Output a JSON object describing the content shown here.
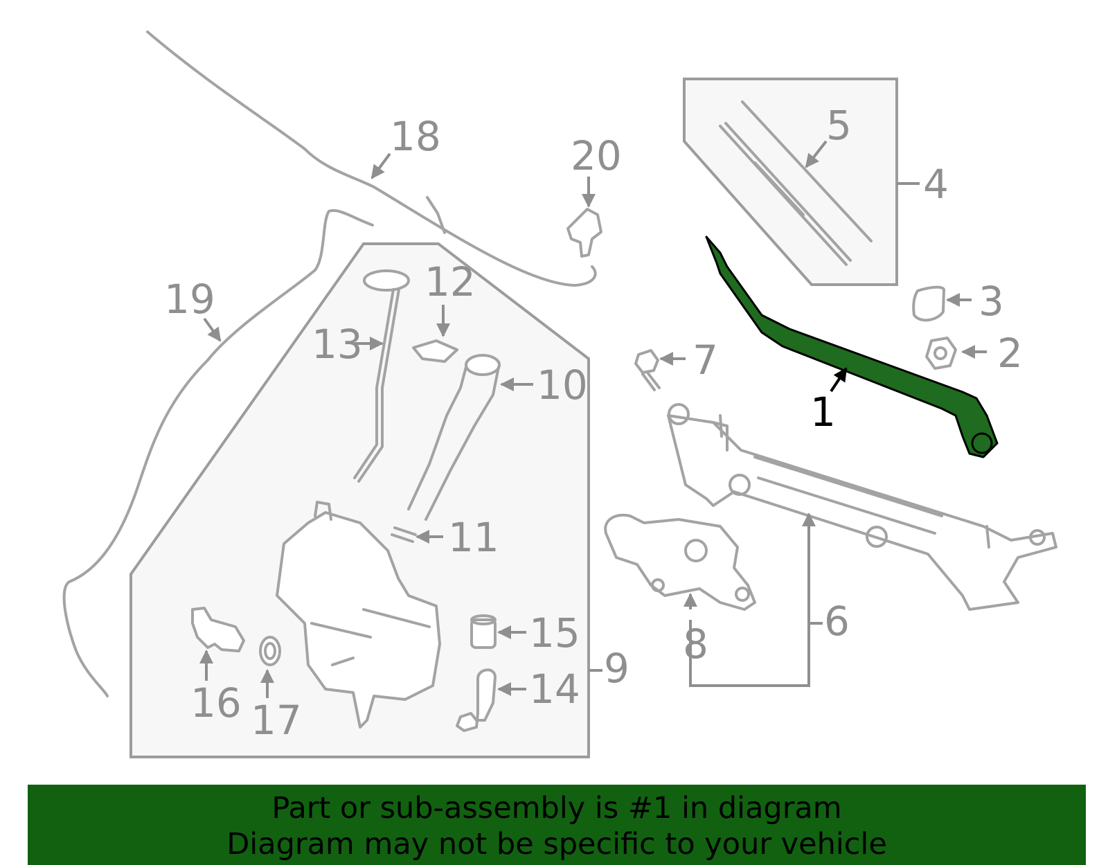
{
  "diagram": {
    "highlighted_part": "1",
    "highlight_color": "#1f6b1f",
    "callouts": [
      "1",
      "2",
      "3",
      "4",
      "5",
      "6",
      "7",
      "8",
      "9",
      "10",
      "11",
      "12",
      "13",
      "14",
      "15",
      "16",
      "17",
      "18",
      "19",
      "20"
    ]
  },
  "banner": {
    "line1": "Part or sub-assembly is #1 in diagram",
    "line2": "Diagram may not be specific to your vehicle",
    "background": "#116111"
  }
}
